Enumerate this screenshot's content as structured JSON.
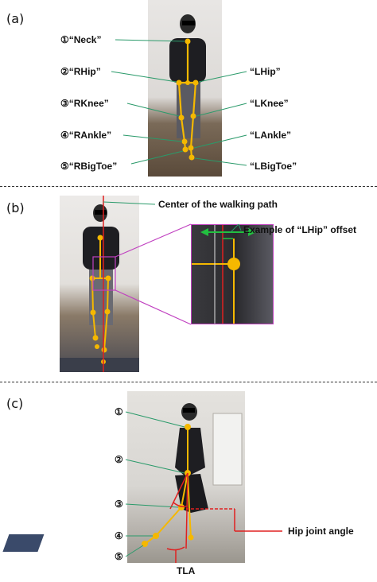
{
  "panels": {
    "a": {
      "label": "(a)",
      "joints_left": [
        "①“Neck”",
        "②“RHip”",
        "③“RKnee”",
        "④“RAnkle”",
        "⑤“RBigToe”"
      ],
      "joints_right": [
        "“LHip”",
        "“LKnee”",
        "“LAnkle”",
        "“LBigToe”"
      ]
    },
    "b": {
      "label": "(b)",
      "center_label": "Center of the walking path",
      "offset_label": "Example of “LHip” offset"
    },
    "c": {
      "label": "(c)",
      "numbers": [
        "①",
        "②",
        "③",
        "④",
        "⑤"
      ],
      "hip_angle_label": "Hip joint angle",
      "tla_label": "TLA"
    }
  },
  "colors": {
    "keypoint": "#f5b800",
    "skeleton": "#f5b800",
    "center_line": "#e02020",
    "zoom_frame": "#c040c0",
    "offset_arrow": "#22c040",
    "leader_line": "#2a9a6a",
    "angle_red": "#e02020"
  }
}
